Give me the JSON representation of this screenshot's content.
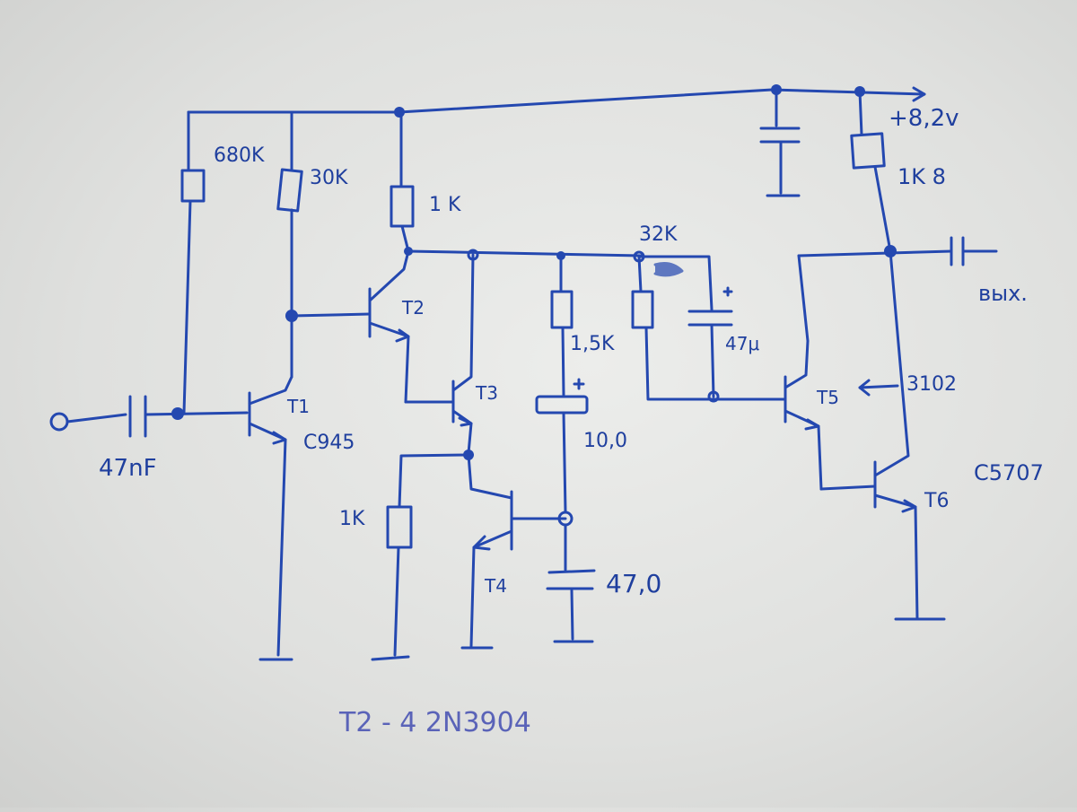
{
  "labels": {
    "vcc": "+8,2v",
    "r_680k": "680K",
    "r_30k": "30K",
    "r_1k_top": "1 K",
    "r_32k": "32K",
    "r_1k8": "1K 8",
    "r_1k5": "1,5K",
    "c_47m": "47μ",
    "c_10": "10,0",
    "c_47": "47,0",
    "r_1k_low": "1K",
    "c_in": "47nF",
    "t1": "T1",
    "t1_part": "C945",
    "t2": "T2",
    "t3": "T3",
    "t4": "T4",
    "t5": "T5",
    "t5_part": "3102",
    "t6": "T6",
    "t6_part": "C5707",
    "out": "вых.",
    "footer": "T2 - 4   2N3904"
  }
}
